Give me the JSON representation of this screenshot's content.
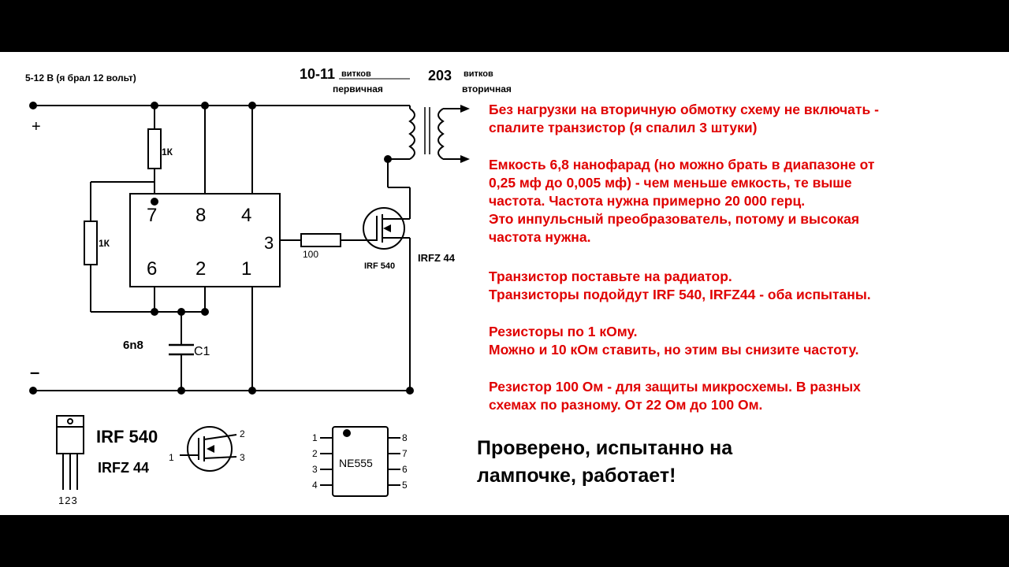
{
  "supply_label": "5-12 В  (я брал 12 вольт)",
  "plus_sign": "+",
  "minus_sign": "–",
  "transformer": {
    "primary_turns": "10-11",
    "primary_unit": "витков",
    "primary_name": "первичная",
    "secondary_turns": "203",
    "secondary_unit": "витков",
    "secondary_name": "вторичная"
  },
  "components": {
    "r1": "1К",
    "r2": "1К",
    "r3": "100",
    "c1_value": "6n8",
    "c1_name": "C1",
    "mosfet_a": "IRF 540",
    "mosfet_b": "IRFZ 44"
  },
  "chip_pins": [
    "7",
    "8",
    "4",
    "3",
    "6",
    "2",
    "1"
  ],
  "package": {
    "to220_name_1": "IRF 540",
    "to220_name_2": "IRFZ 44",
    "to220_legs": "123",
    "mos_pin_1": "1",
    "mos_pin_2": "2",
    "mos_pin_3": "3",
    "ic_name": "NE555",
    "ic_left_pins": [
      "1",
      "2",
      "3",
      "4"
    ],
    "ic_right_pins": [
      "8",
      "7",
      "6",
      "5"
    ]
  },
  "notes": [
    [
      "Без нагрузки на вторичную обмотку схему не включать -",
      "спалите транзистор (я спалил 3 штуки)"
    ],
    [
      "Емкость 6,8 нанофарад (но можно брать в диапазоне от",
      "0,25 мф до 0,005 мф) - чем меньше емкость, те выше",
      "частота. Частота нужна примерно 20 000 герц.",
      "Это инпульсный преобразователь, потому и высокая",
      "частота нужна."
    ],
    [
      "Транзистор поставьте на радиатор.",
      "Транзисторы подойдут IRF 540, IRFZ44 - оба испытаны."
    ],
    [
      "Резисторы по 1 кОму.",
      "Можно и 10 кОм ставить, но этим вы снизите частоту."
    ],
    [
      "Резистор 100 Ом - для защиты микросхемы. В разных",
      "схемах по разному. От 22 Ом до 100 Ом."
    ]
  ],
  "verdict": [
    "Проверено, испытанно на",
    "лампочке, работает!"
  ],
  "colors": {
    "note_text": "#e00000",
    "frame": "#000000",
    "paper": "#ffffff"
  }
}
